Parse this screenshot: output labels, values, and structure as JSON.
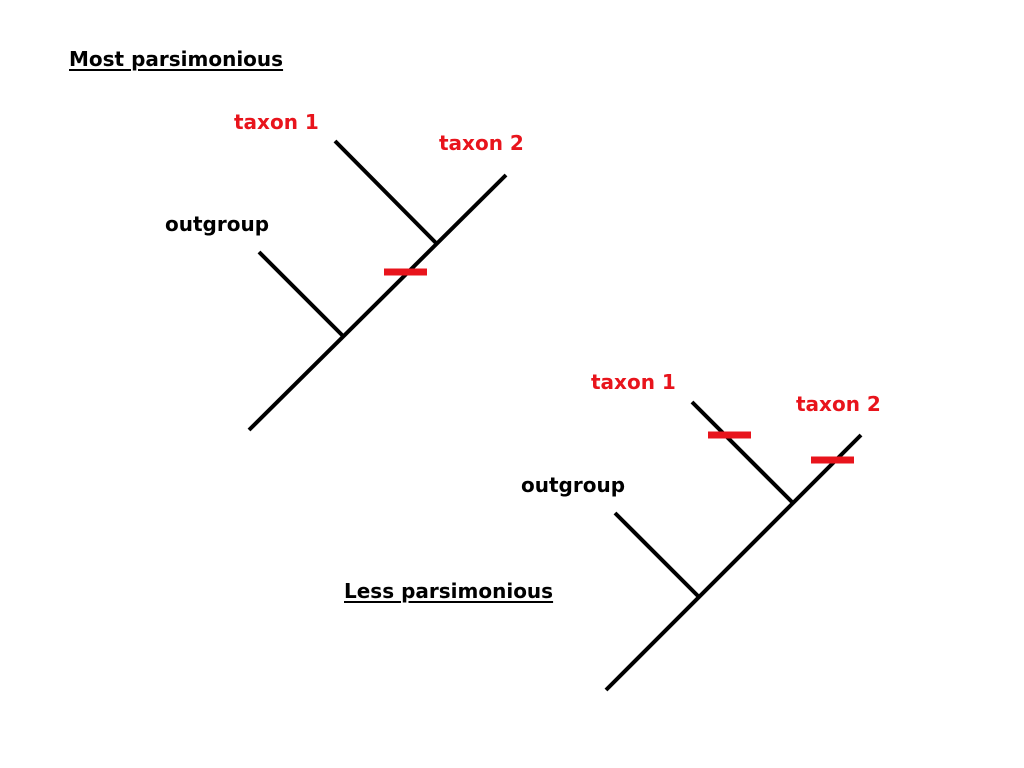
{
  "colors": {
    "branch": "#000000",
    "character_change": "#e8141c",
    "taxon_label": "#e8141c",
    "outgroup_label": "#000000"
  },
  "trees": [
    {
      "heading": "Most parsimonious",
      "labels": {
        "taxon1": "taxon 1",
        "taxon2": "taxon 2",
        "outgroup": "outgroup"
      },
      "character_changes": 1
    },
    {
      "heading": "Less parsimonious",
      "labels": {
        "taxon1": "taxon 1",
        "taxon2": "taxon 2",
        "outgroup": "outgroup"
      },
      "character_changes": 2
    }
  ]
}
